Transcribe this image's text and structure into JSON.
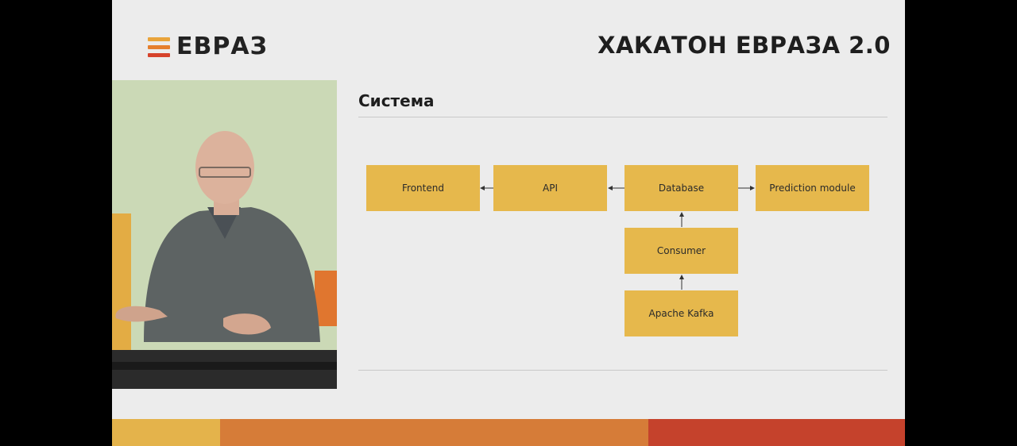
{
  "header": {
    "logo_text": "ЕВРАЗ",
    "event_title": "ХАКАТОН ЕВРАЗА 2.0"
  },
  "slide": {
    "section_title": "Система",
    "diagram": {
      "nodes": {
        "frontend": "Frontend",
        "api": "API",
        "database": "Database",
        "prediction": "Prediction module",
        "consumer": "Consumer",
        "kafka": "Apache Kafka"
      },
      "edges": [
        [
          "api",
          "frontend"
        ],
        [
          "database",
          "api"
        ],
        [
          "database",
          "prediction"
        ],
        [
          "consumer",
          "database"
        ],
        [
          "kafka",
          "consumer"
        ]
      ]
    }
  },
  "colors": {
    "node_fill": "#e6b84c",
    "band_yellow": "#e4b34b",
    "band_orange": "#d67c38",
    "band_red": "#c5422c",
    "slide_bg": "#ececec"
  }
}
